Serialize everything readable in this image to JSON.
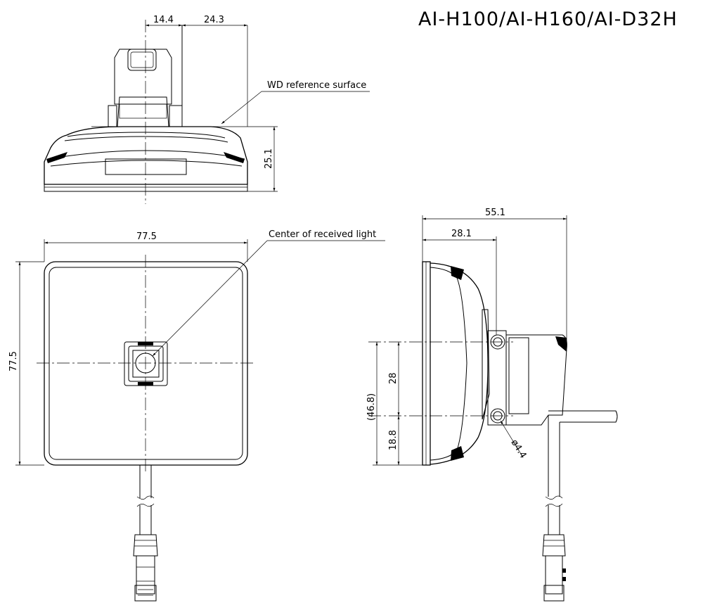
{
  "title": "AI-H100/AI-H160/AI-D32H",
  "top_view": {
    "dim_left": "14.4",
    "dim_right": "24.3",
    "dim_height": "25.1",
    "callout": "WD reference surface"
  },
  "front_view": {
    "dim_width": "77.5",
    "dim_height": "77.5",
    "callout": "Center of received light"
  },
  "side_view": {
    "dim_overall": "55.1",
    "dim_partial": "28.1",
    "dim_total_height": "(46.8)",
    "dim_hole_pitch": "28",
    "dim_bottom": "18.8",
    "dim_hole": "ø4.4"
  }
}
